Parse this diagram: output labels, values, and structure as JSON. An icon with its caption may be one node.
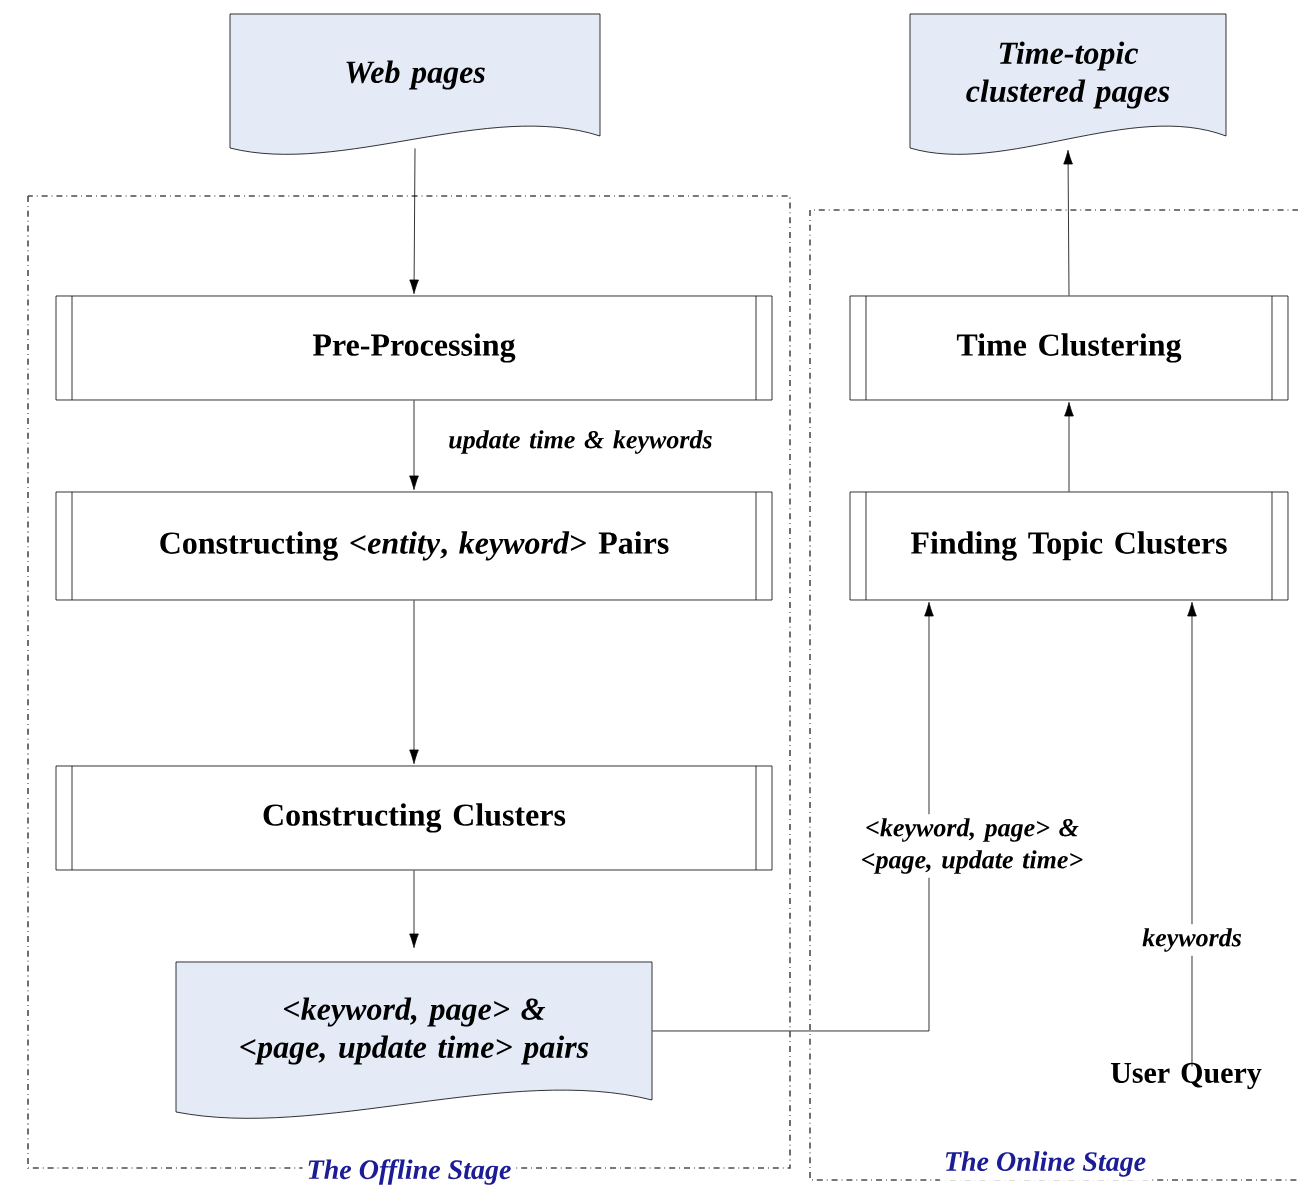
{
  "diagram": {
    "nodes": [
      {
        "text": [
          "Web pages"
        ]
      },
      {
        "text": [
          "Time-topic clustered pages"
        ]
      },
      {
        "text": [
          "The Offline Stage"
        ]
      },
      {
        "text": [
          "Pre-Processing"
        ],
        "in": 2
      },
      {
        "text": [
          "Constructing <*entity*, *keyword*> Pairs"
        ],
        "in": 2
      },
      {
        "text": [
          "Constructing Clusters"
        ],
        "in": 2
      },
      {
        "text": [
          "<keyword, page> & <page, update time> pairs"
        ],
        "in": 2
      },
      {
        "text": [
          "The Online Stage"
        ]
      },
      {
        "text": [
          "Time Clustering"
        ],
        "in": 7
      },
      {
        "text": [
          "Finding Topic Clusters"
        ],
        "in": 7
      },
      {
        "text": [
          "User Query"
        ],
        "in": 7
      }
    ],
    "edges": [
      {
        "from": 0,
        "to": 3,
        "arrow": "to"
      },
      {
        "from": 3,
        "to": 4,
        "arrow": "to",
        "label": "update time & keywords"
      },
      {
        "from": 4,
        "to": 5,
        "arrow": "to"
      },
      {
        "from": 5,
        "to": 6,
        "arrow": "to"
      },
      {
        "from": 6,
        "to": 9,
        "arrow": "to",
        "label": "<keyword, page> & <page, update time>"
      },
      {
        "from": 10,
        "to": 9,
        "arrow": "to",
        "label": "keywords"
      },
      {
        "from": 9,
        "to": 8,
        "arrow": "to"
      },
      {
        "from": 8,
        "to": 1,
        "arrow": "to"
      }
    ]
  }
}
